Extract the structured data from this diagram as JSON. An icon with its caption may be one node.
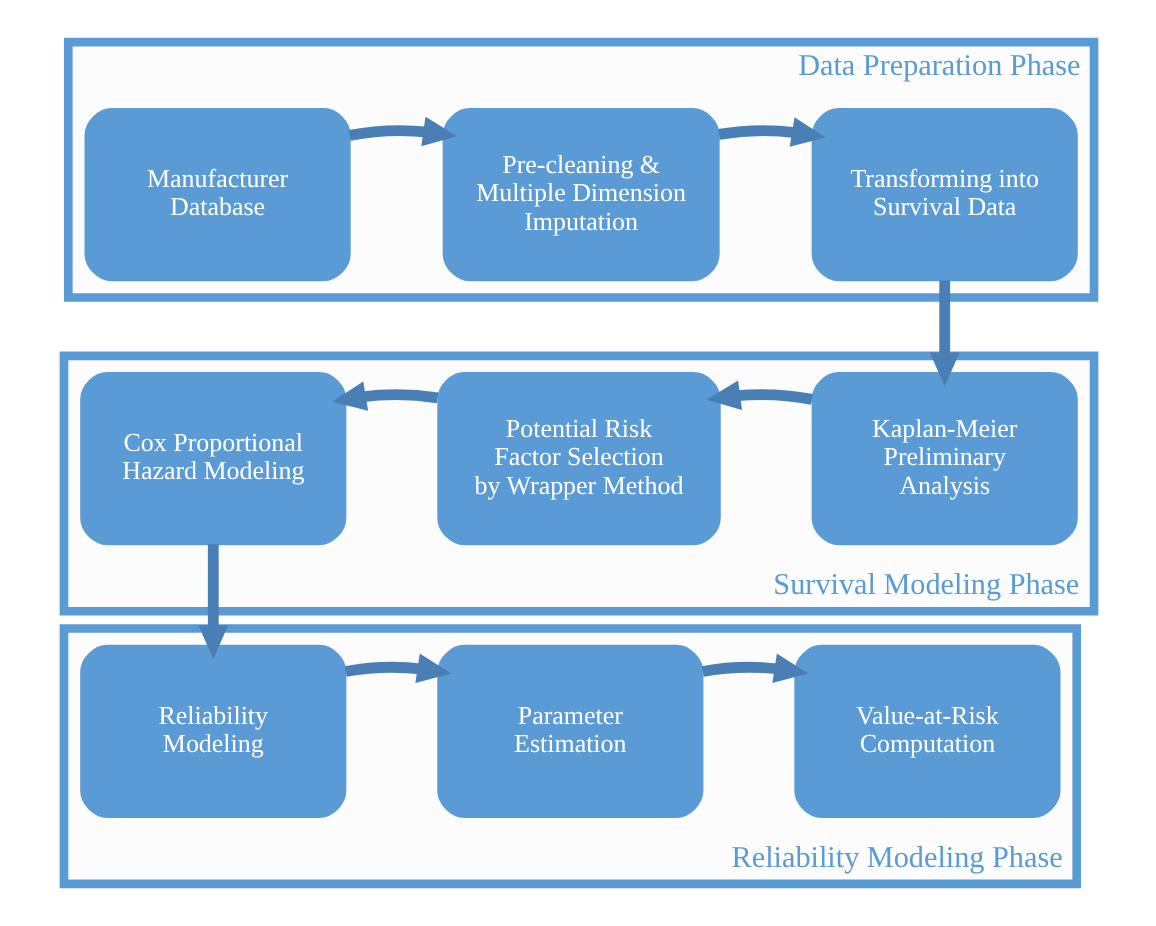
{
  "diagram": {
    "nodes": [
      {
        "text": [
          "Data Preparation Phase"
        ]
      },
      {
        "text": [
          "Manufacturer Database"
        ],
        "in": 0
      },
      {
        "text": [
          "Pre-cleaning & Multiple Dimension Imputation"
        ],
        "in": 0
      },
      {
        "text": [
          "Transforming into Survival Data"
        ],
        "in": 0
      },
      {
        "text": [
          "Survival Modeling Phase"
        ]
      },
      {
        "text": [
          "Cox Proportional Hazard Modeling"
        ],
        "in": 4
      },
      {
        "text": [
          "Potential Risk Factor Selection by Wrapper Method"
        ],
        "in": 4
      },
      {
        "text": [
          "Kaplan-Meier Preliminary Analysis"
        ],
        "in": 4
      },
      {
        "text": [
          "Reliability Modeling Phase"
        ]
      },
      {
        "text": [
          "Reliability Modeling"
        ],
        "in": 8
      },
      {
        "text": [
          "Parameter Estimation"
        ],
        "in": 8
      },
      {
        "text": [
          "Value-at-Risk Computation"
        ],
        "in": 8
      }
    ],
    "edges": [
      {
        "from": 1,
        "to": 2,
        "arrow": "to"
      },
      {
        "from": 2,
        "to": 3,
        "arrow": "to"
      },
      {
        "from": 3,
        "to": 7,
        "arrow": "to"
      },
      {
        "from": 7,
        "to": 6,
        "arrow": "to"
      },
      {
        "from": 6,
        "to": 5,
        "arrow": "to"
      },
      {
        "from": 5,
        "to": 9,
        "arrow": "to"
      },
      {
        "from": 9,
        "to": 10,
        "arrow": "to"
      },
      {
        "from": 10,
        "to": 11,
        "arrow": "to"
      }
    ]
  }
}
